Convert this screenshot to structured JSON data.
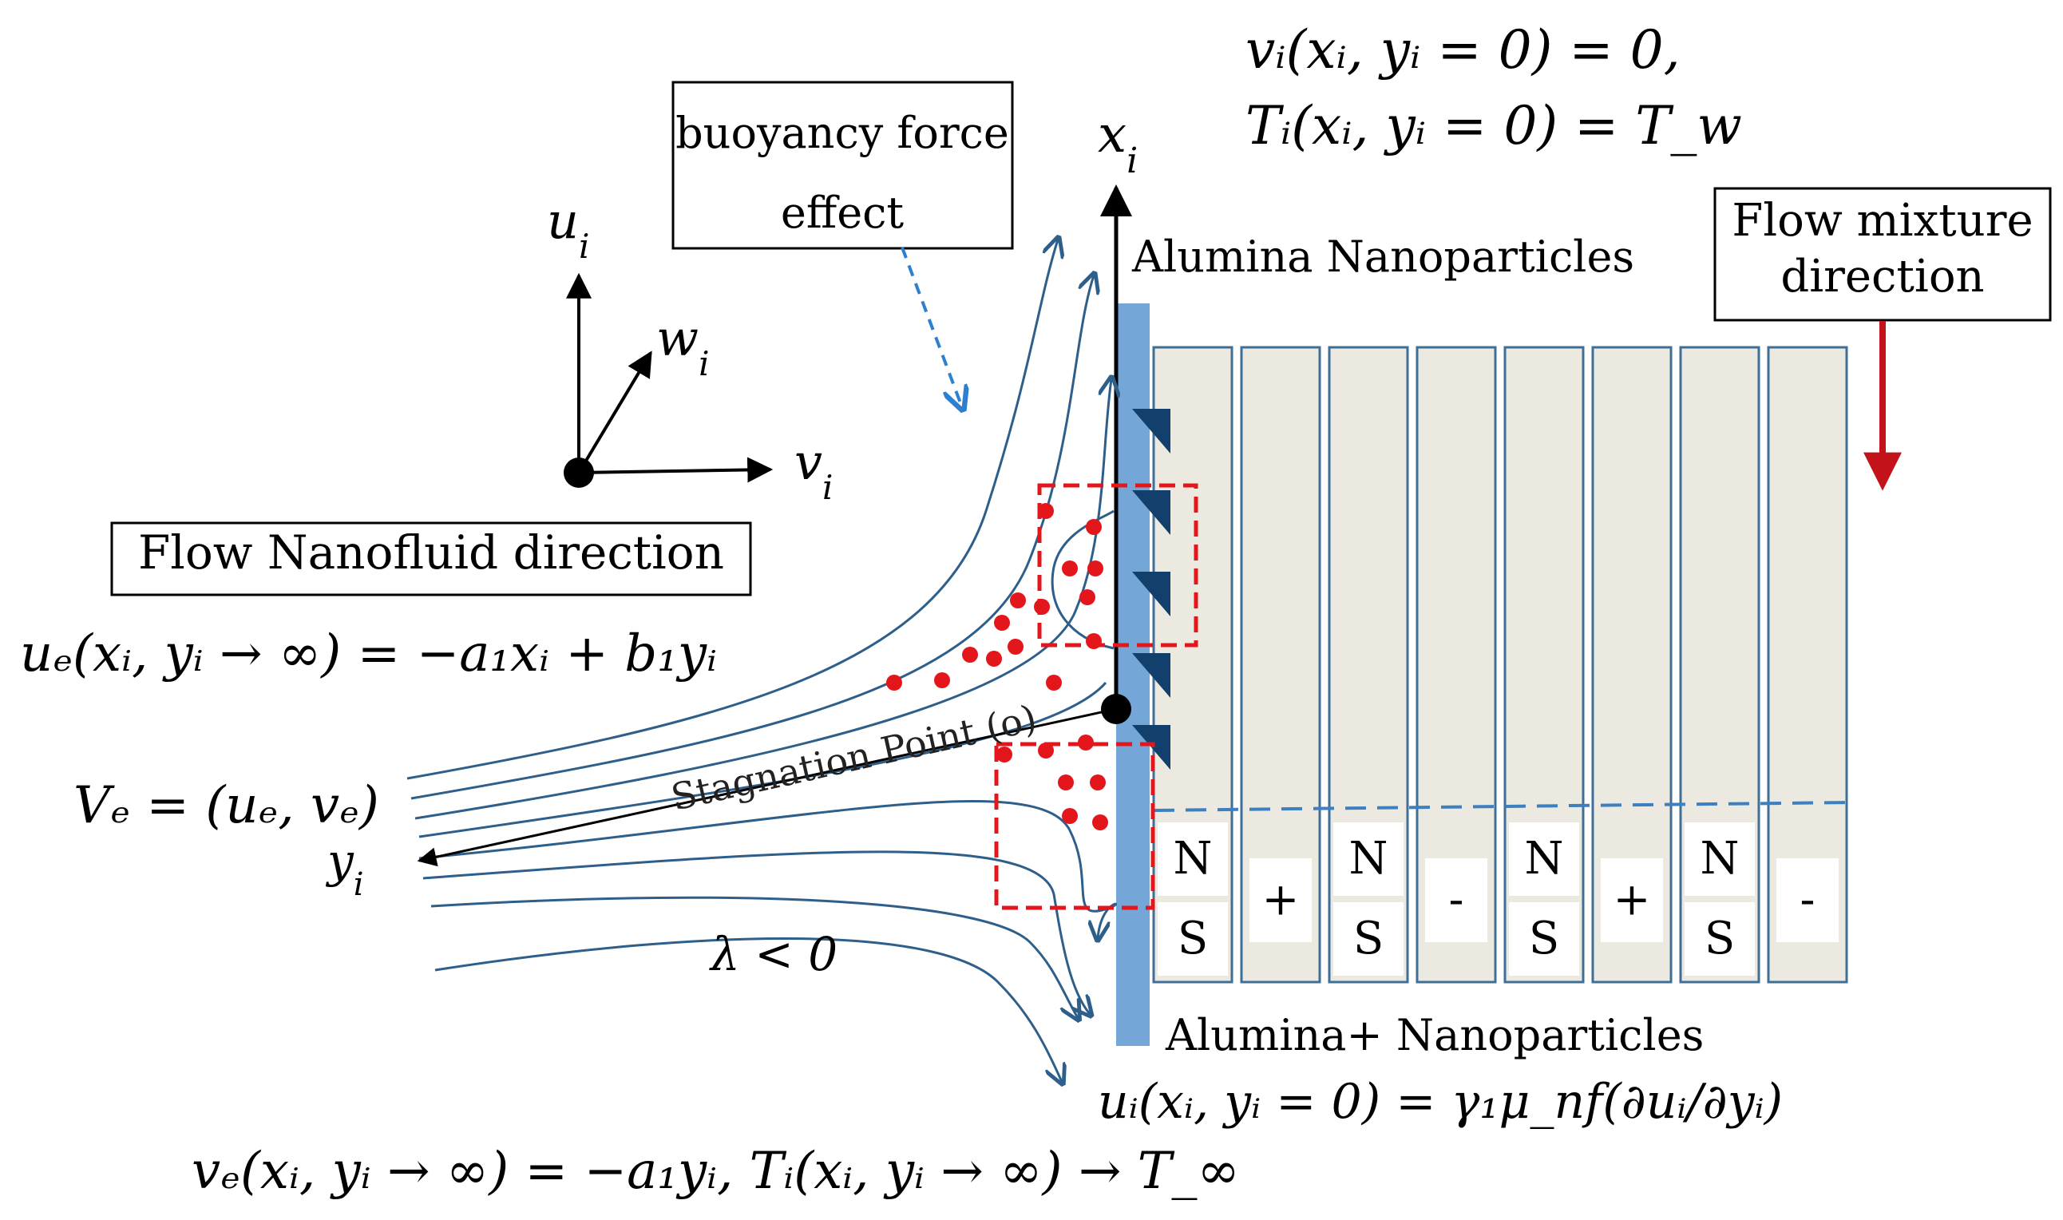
{
  "labels": {
    "buoyancy_line1": "buoyancy force",
    "buoyancy_line2": "effect",
    "flow_mixture_line1": "Flow mixture",
    "flow_mixture_line2": "direction",
    "flow_nanofluid": "Flow Nanofluid direction",
    "alumina_top": "Alumina Nanoparticles",
    "alumina_bottom": "Alumina+ Nanoparticles",
    "stagnation_point": "Stagnation Point (o)",
    "lambda": "λ < 0"
  },
  "axes": {
    "x": "x",
    "x_sub": "i",
    "u": "u",
    "u_sub": "i",
    "w": "w",
    "w_sub": "i",
    "v": "v",
    "v_sub": "i",
    "y": "y",
    "y_sub": "i"
  },
  "equations": {
    "wall_velocity": "vᵢ(xᵢ, yᵢ = 0) = 0,",
    "wall_temperature": "Tᵢ(xᵢ, yᵢ = 0) = T_w",
    "ue_far": "uₑ(xᵢ, yᵢ → ∞) = −a₁xᵢ + b₁yᵢ",
    "ve_vector": "Vₑ = (uₑ, vₑ)",
    "slip": "uᵢ(xᵢ, yᵢ = 0) = γ₁μ_nf(∂uᵢ/∂yᵢ)",
    "ve_far": "vₑ(xᵢ, yᵢ → ∞) = −a₁yᵢ, Tᵢ(xᵢ, yᵢ → ∞) → T_∞"
  },
  "magnets": [
    {
      "top": "N",
      "bottom": "S"
    },
    {
      "sign": "+"
    },
    {
      "top": "N",
      "bottom": "S"
    },
    {
      "sign": "-"
    },
    {
      "top": "N",
      "bottom": "S"
    },
    {
      "sign": "+"
    },
    {
      "top": "N",
      "bottom": "S"
    },
    {
      "sign": "-"
    }
  ],
  "colors": {
    "streamline": "#2e5f8a",
    "wall": "#74a6d8",
    "particle": "#e3161c",
    "dashed_box": "#e3161c",
    "magnet_fill": "#eceae0",
    "magnet_border": "#3f6f97",
    "dashed_line": "#3d7fbf",
    "flow_arrow": "#c3121a",
    "buoyancy_arrow": "#2f7fd1",
    "triangle": "#123f6b"
  }
}
